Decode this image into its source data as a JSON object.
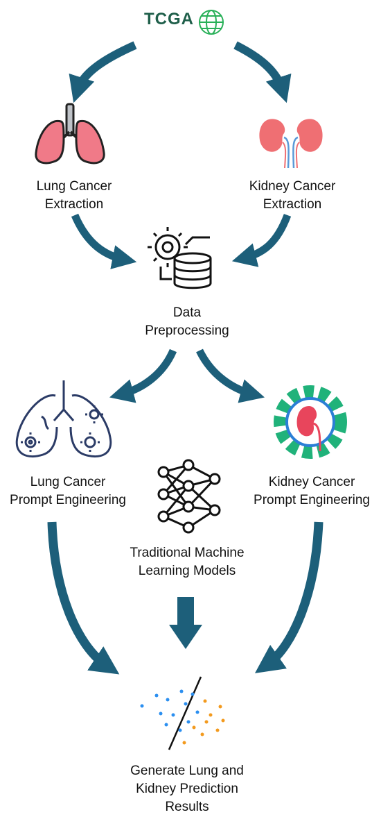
{
  "source": {
    "title": "TCGA"
  },
  "nodes": {
    "lung_extraction": {
      "line1": "Lung Cancer",
      "line2": "Extraction"
    },
    "kidney_extraction": {
      "line1": "Kidney Cancer",
      "line2": "Extraction"
    },
    "preprocessing": {
      "line1": "Data",
      "line2": "Preprocessing"
    },
    "lung_prompt": {
      "line1": "Lung Cancer",
      "line2": "Prompt Engineering"
    },
    "kidney_prompt": {
      "line1": "Kidney Cancer",
      "line2": "Prompt Engineering"
    },
    "ml_models": {
      "line1": "Traditional Machine",
      "line2": "Learning Models"
    },
    "results": {
      "line1": "Generate Lung and",
      "line2": "Kidney Prediction",
      "line3": "Results"
    }
  },
  "colors": {
    "arrow": "#1d5f7a",
    "lung": "#f07a88",
    "kidney": "#ef6f73",
    "gear_green": "#20b27a",
    "lung_outline": "#2b3b66",
    "scatter_blue": "#2b8ff0",
    "scatter_orange": "#f39a1e"
  },
  "icons": [
    "globe-icon",
    "lungs-icon",
    "kidneys-icon",
    "database-gear-icon",
    "lungs-gears-icon",
    "kidney-gear-icon",
    "neural-network-icon",
    "scatter-plot-icon"
  ]
}
